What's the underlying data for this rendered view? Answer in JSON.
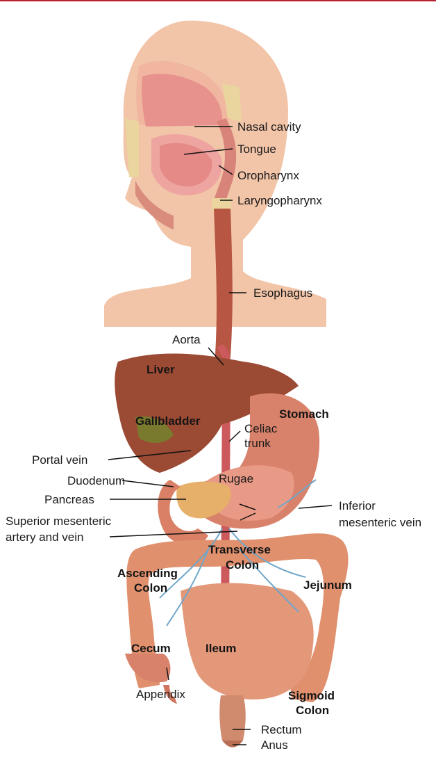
{
  "labels": {
    "nasal_cavity": "Nasal cavity",
    "tongue": "Tongue",
    "oropharynx": "Oropharynx",
    "laryngopharynx": "Laryngopharynx",
    "esophagus": "Esophagus",
    "aorta": "Aorta",
    "liver": "Liver",
    "stomach": "Stomach",
    "gallbladder": "Gallbladder",
    "celiac_trunk_1": "Celiac",
    "celiac_trunk_2": "trunk",
    "portal_vein": "Portal vein",
    "duodenum": "Duodenum",
    "rugae": "Rugae",
    "pancreas": "Pancreas",
    "inferior_mesenteric_vein_1": "Inferior",
    "inferior_mesenteric_vein_2": "mesenteric vein",
    "superior_mesenteric_1": "Superior mesenteric",
    "superior_mesenteric_2": "artery and vein",
    "transverse_colon_1": "Transverse",
    "transverse_colon_2": "Colon",
    "ascending_colon_1": "Ascending",
    "ascending_colon_2": "Colon",
    "jejunum": "Jejunum",
    "cecum": "Cecum",
    "ileum": "Ileum",
    "sigmoid_colon_1": "Sigmoid",
    "sigmoid_colon_2": "Colon",
    "appendix": "Appendix",
    "rectum": "Rectum",
    "anus": "Anus"
  },
  "colors": {
    "accent_line": "#b5222d",
    "skin": "#f2c4a8",
    "liver": "#9b4a34",
    "stomach": "#d9826b",
    "intestine": "#e0906d",
    "esophagus": "#b65643",
    "vessel_blue": "#6fa6c9",
    "vessel_red": "#c84d52",
    "pancreas": "#e7b06a",
    "gallbladder": "#7a7a2e"
  }
}
